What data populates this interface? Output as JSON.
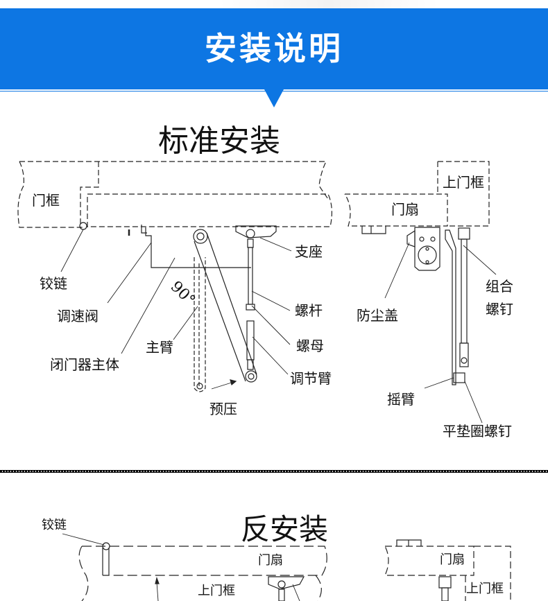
{
  "header": {
    "title": "安装说明",
    "color": "#0d76e3"
  },
  "standard": {
    "title": "标准安装",
    "labels": {
      "door_frame": "门框",
      "hinge": "铰链",
      "speed_valve": "调速阀",
      "closer_body": "闭门器主体",
      "main_arm": "主臂",
      "angle": "90°",
      "preload": "预压",
      "bracket": "支座",
      "screw_rod": "螺杆",
      "nut": "螺母",
      "adjust_arm": "调节臂"
    },
    "side_view": {
      "top_frame": "上门框",
      "door_leaf": "门扇",
      "dust_cover": "防尘盖",
      "combo_screw_line1": "组合",
      "combo_screw_line2": "螺钉",
      "rocker_arm": "摇臂",
      "washer_screw": "平垫圈螺钉"
    }
  },
  "reverse": {
    "title": "反安装",
    "labels": {
      "hinge": "铰链",
      "door_leaf": "门扇",
      "top_frame": "上门框"
    },
    "side_view": {
      "door_leaf": "门扇",
      "top_frame": "上门框"
    }
  }
}
